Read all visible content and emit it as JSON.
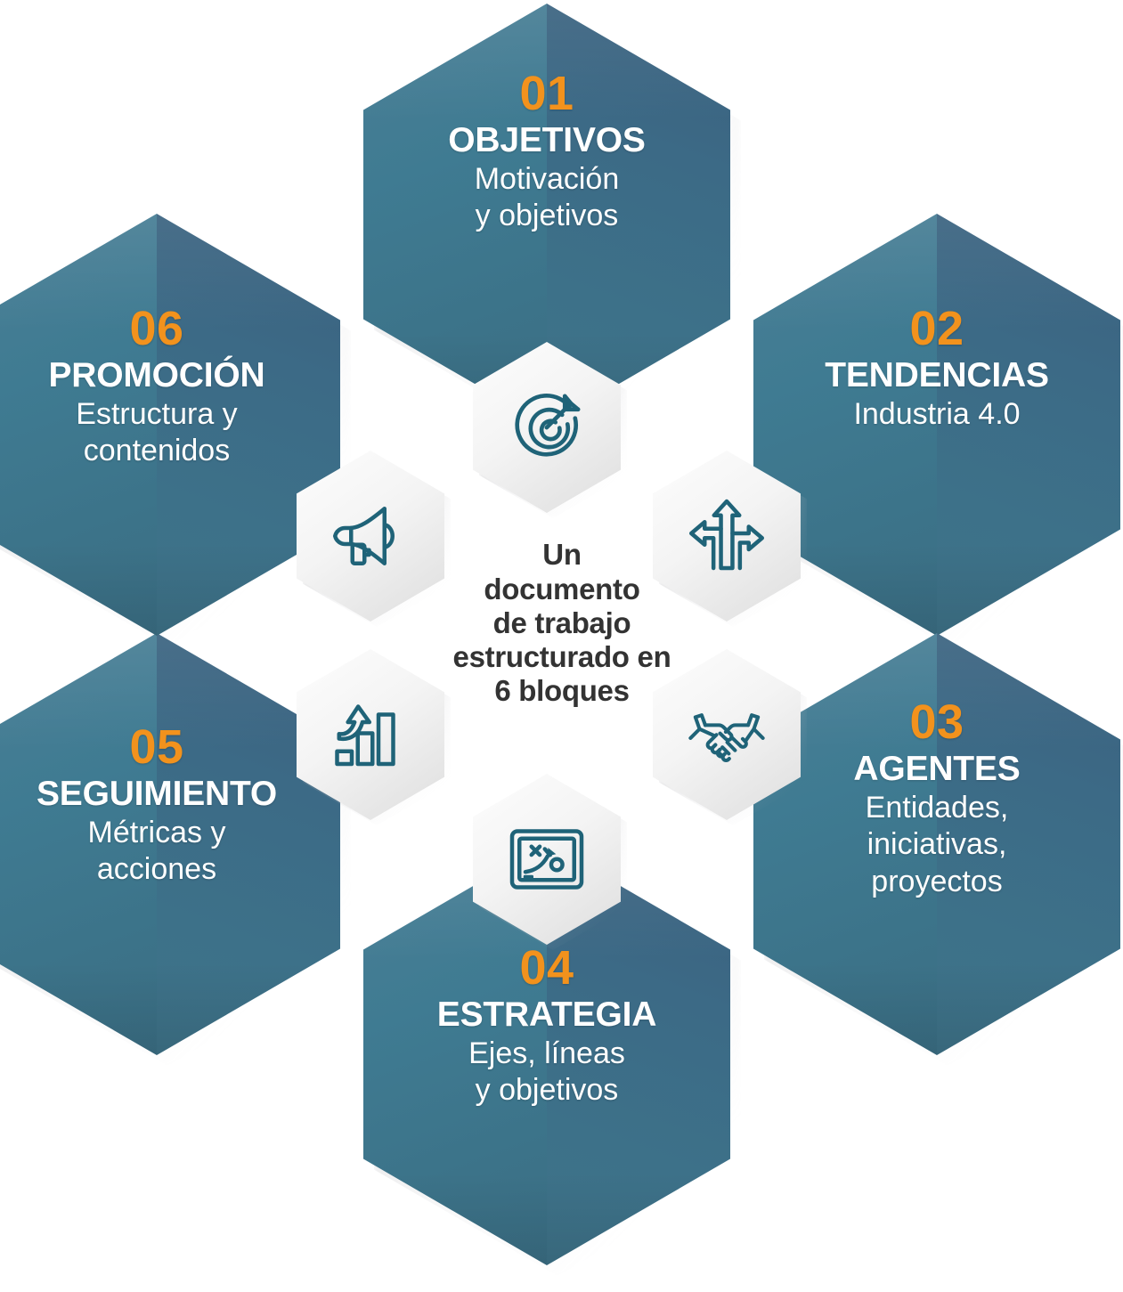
{
  "diagram": {
    "center": {
      "lines": [
        "Un",
        "documento",
        "de trabajo",
        "estructurado en",
        "6 bloques"
      ],
      "full_text": "Un documento de trabajo estructurado en 6 bloques"
    },
    "colors": {
      "accent_orange": "#F2921D",
      "hex_left": "#3F7B92",
      "hex_right": "#3C6A86",
      "icon_teal": "#1F6378",
      "text_white": "#FFFFFF",
      "center_text": "#333333",
      "icon_hex_bg": "#F4F4F4"
    },
    "blocks": [
      {
        "number": "01",
        "title": "OBJETIVOS",
        "subtitle_lines": [
          "Motivación",
          "y objetivos"
        ],
        "icon": "target-icon"
      },
      {
        "number": "02",
        "title": "TENDENCIAS",
        "subtitle_lines": [
          "Industria 4.0"
        ],
        "icon": "three-way-arrows-icon"
      },
      {
        "number": "03",
        "title": "AGENTES",
        "subtitle_lines": [
          "Entidades,",
          "iniciativas,",
          "proyectos"
        ],
        "icon": "handshake-icon"
      },
      {
        "number": "04",
        "title": "ESTRATEGIA",
        "subtitle_lines": [
          "Ejes, líneas",
          "y objetivos"
        ],
        "icon": "strategy-board-icon"
      },
      {
        "number": "05",
        "title": "SEGUIMIENTO",
        "subtitle_lines": [
          "Métricas y",
          "acciones"
        ],
        "icon": "bar-chart-growth-icon"
      },
      {
        "number": "06",
        "title": "PROMOCIÓN",
        "subtitle_lines": [
          "Estructura y",
          "contenidos"
        ],
        "icon": "megaphone-icon"
      }
    ]
  }
}
